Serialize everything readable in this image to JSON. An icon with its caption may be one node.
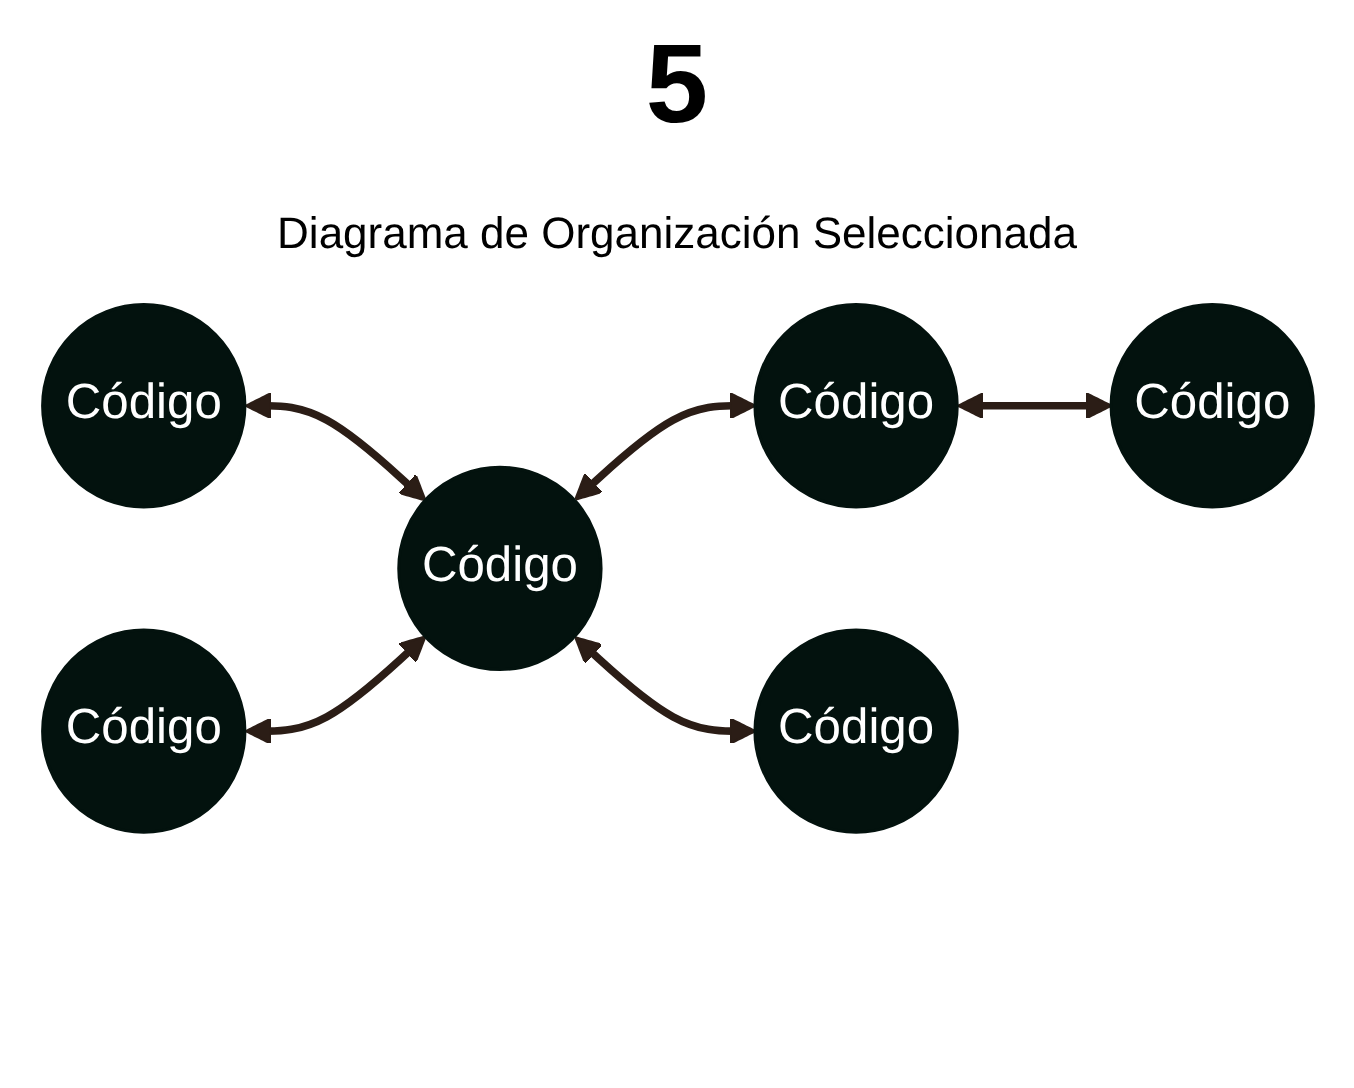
{
  "diagram": {
    "title": "Diagrama de Organización Seleccionada",
    "nodes": [
      {
        "text": [
          "Código"
        ]
      },
      {
        "text": [
          "Código"
        ]
      },
      {
        "text": [
          "Código"
        ]
      },
      {
        "text": [
          "Código"
        ]
      },
      {
        "text": [
          "Código"
        ]
      },
      {
        "text": [
          "Código"
        ]
      }
    ],
    "edges": [
      {
        "from": 0,
        "to": 2,
        "arrow": "both"
      },
      {
        "from": 1,
        "to": 2,
        "arrow": "both"
      },
      {
        "from": 2,
        "to": 3,
        "arrow": "both"
      },
      {
        "from": 3,
        "to": 4,
        "arrow": "both"
      },
      {
        "from": 2,
        "to": 5,
        "arrow": "both"
      }
    ],
    "labels": [
      "5"
    ]
  }
}
